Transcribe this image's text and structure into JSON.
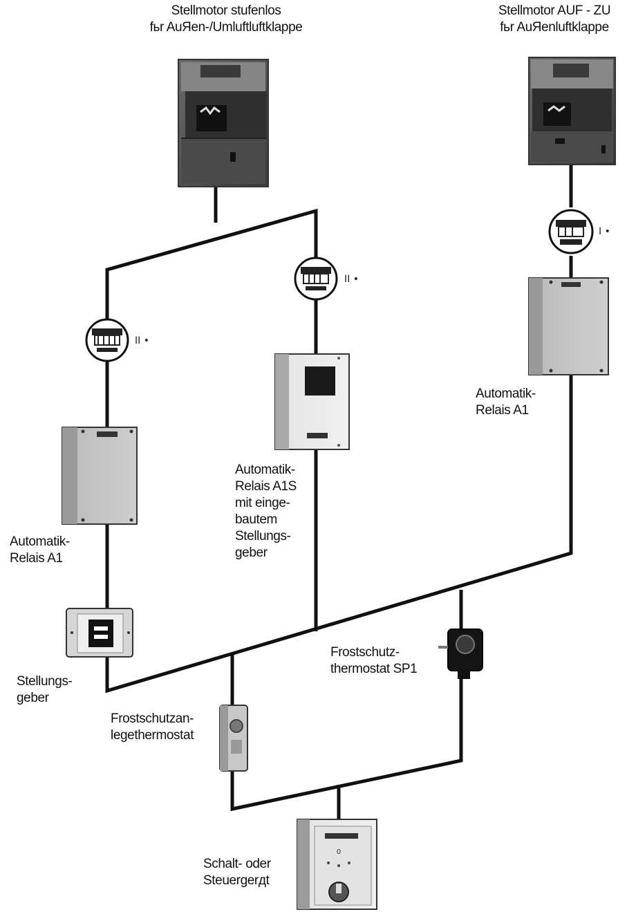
{
  "labels": {
    "stellmotor_stufenlos": [
      "Stellmotor stufenlos",
      "fьr AuЯen-/Umluftluftklappe"
    ],
    "stellmotor_auf_zu": [
      "Stellmotor AUF - ZU",
      "fьr AuЯenluftklappe"
    ],
    "relais_a1_right": [
      "Automatik-",
      "Relais A1"
    ],
    "relais_a1s": [
      "Automatik-",
      "Relais A1S",
      "mit einge-",
      "bautem",
      "Stellungs-",
      "geber"
    ],
    "relais_a1_left": [
      "Automatik-",
      "Relais A1"
    ],
    "stellungsgeber": [
      "Stellungs-",
      "geber"
    ],
    "frostschutz_sp1": [
      "Frostschutz-",
      "thermostat SP1"
    ],
    "frostschutzanlege": [
      "Frostschutzan-",
      "legethermostat"
    ],
    "steuergeraet": [
      "Schalt- oder",
      "Steuergerдt"
    ]
  },
  "connector_marks": {
    "left": "II •",
    "middle": "II •",
    "right": "I •"
  }
}
